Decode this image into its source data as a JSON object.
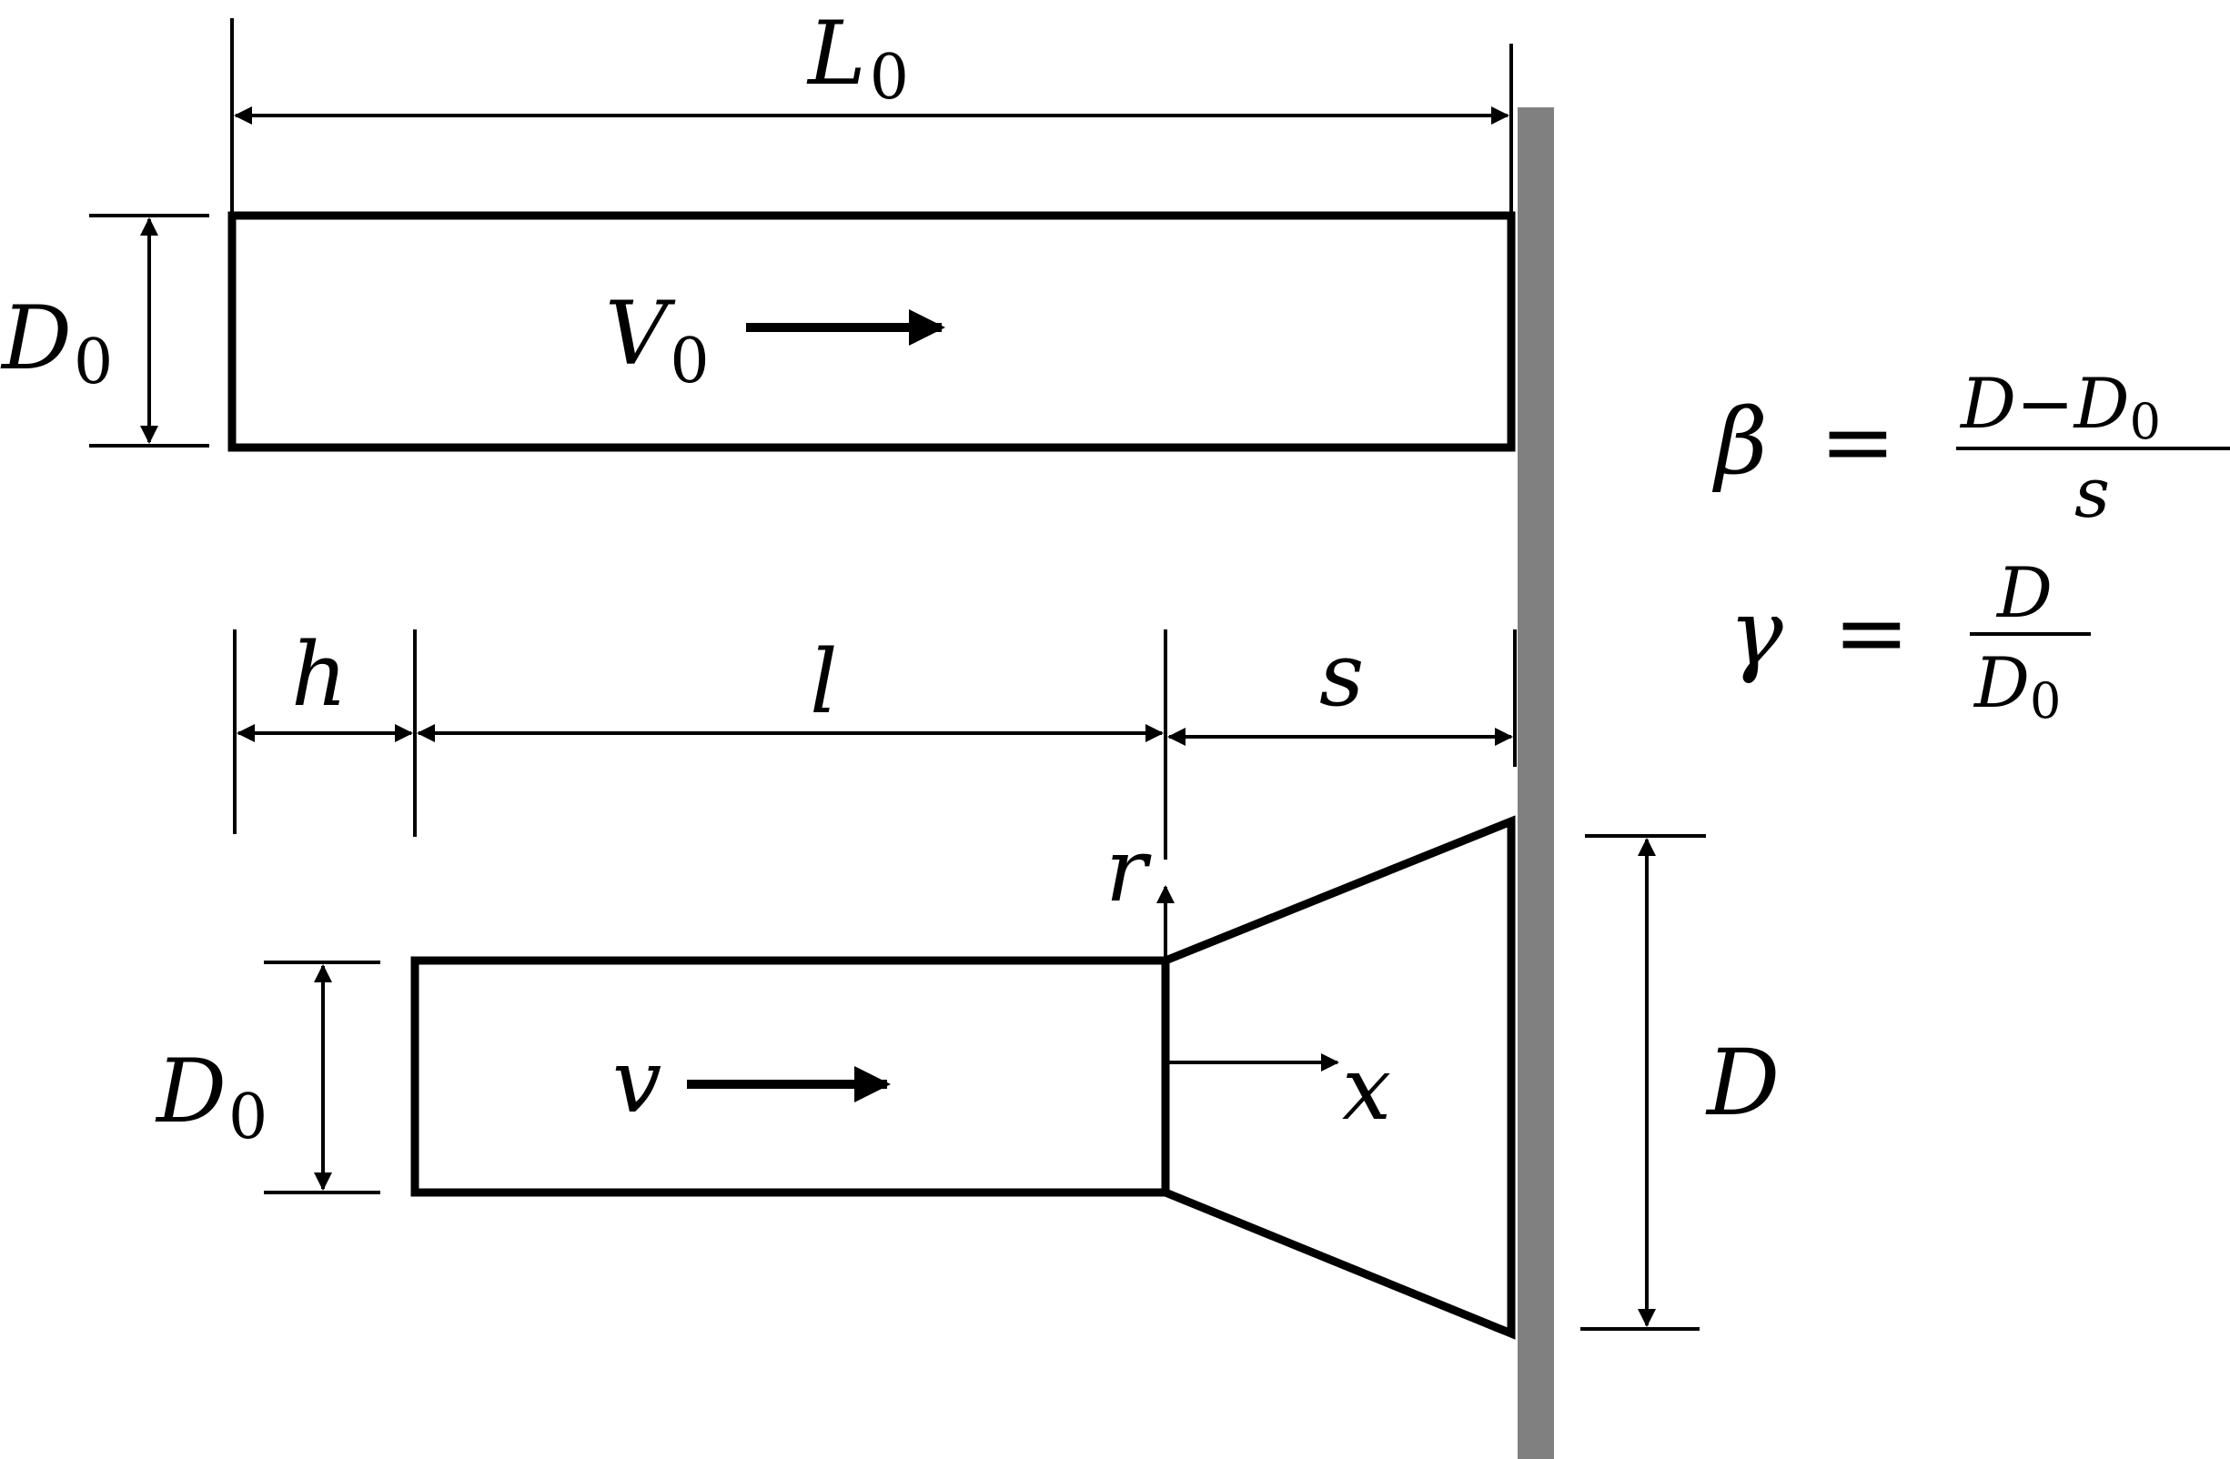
{
  "colors": {
    "ink": "#000000",
    "wall": "#808080",
    "background": "#ffffff"
  },
  "labels": {
    "initial_length_symbol": "L",
    "initial_length_subscript": "0",
    "initial_diameter_symbol": "D",
    "initial_diameter_subscript": "0",
    "initial_velocity_symbol": "V",
    "initial_velocity_subscript": "0",
    "h": "h",
    "l": "l",
    "s": "s",
    "r": "r",
    "x": "x",
    "v": "v",
    "deformed_initial_diameter_symbol": "D",
    "deformed_initial_diameter_subscript": "0",
    "final_diameter": "D"
  },
  "equations": {
    "beta": {
      "lhs": "β",
      "equals": "=",
      "numerator_a": "D",
      "numerator_minus": "−",
      "numerator_b": "D",
      "numerator_b_subscript": "0",
      "denominator": "s"
    },
    "gamma": {
      "lhs": "γ",
      "equals": "=",
      "numerator": "D",
      "denominator": "D",
      "denominator_subscript": "0"
    }
  }
}
